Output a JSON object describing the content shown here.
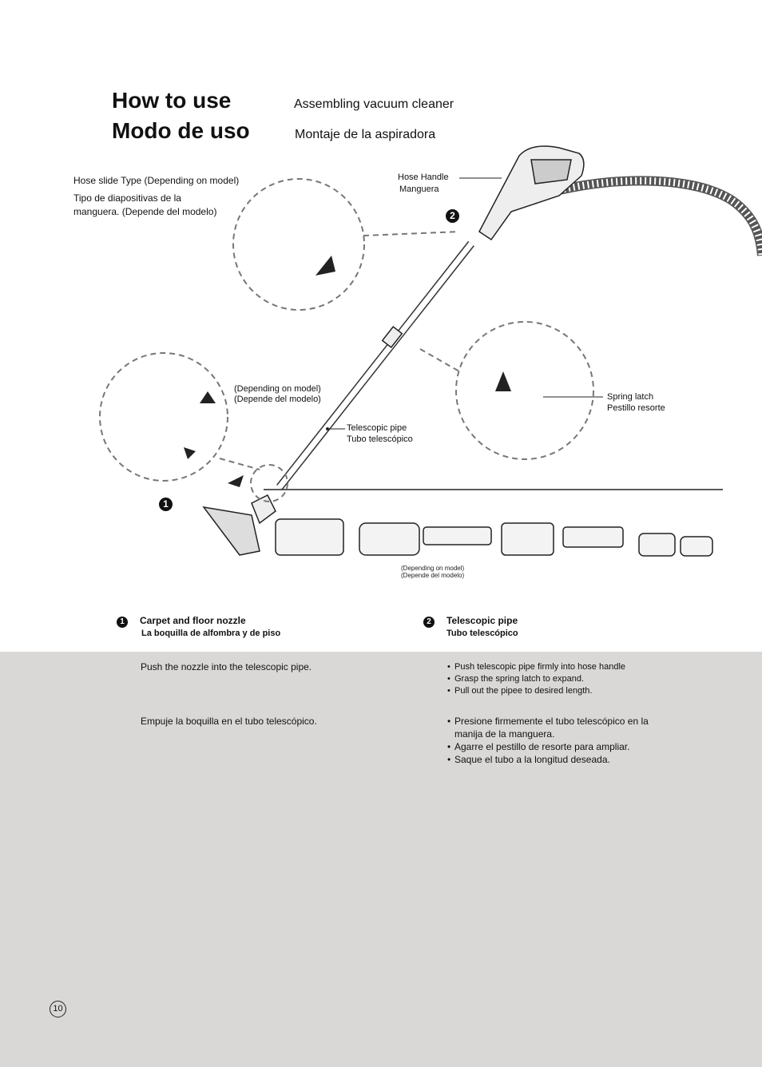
{
  "header": {
    "title_en": "How to use",
    "title_es": "Modo de uso",
    "subtitle_en": "Assembling vacuum cleaner",
    "subtitle_es": "Montaje de la aspiradora"
  },
  "illustration": {
    "hose_slide_en": "Hose slide Type (Depending on model)",
    "hose_slide_es_1": "Tipo de diapositivas de la",
    "hose_slide_es_2": "manguera. (Depende del modelo)",
    "hose_handle_en": "Hose Handle",
    "hose_handle_es": "Manguera",
    "depending_en": "(Depending on model)",
    "depending_es": "(Depende del modelo)",
    "telescopic_en": "Telescopic pipe",
    "telescopic_es": "Tubo telescópico",
    "spring_latch_en": "Spring latch",
    "spring_latch_es": "Pestillo resorte",
    "nozzles_depending_en": "(Depending on model)",
    "nozzles_depending_es": "(Depende del modelo)",
    "marker_1": "1",
    "marker_2": "2"
  },
  "section1": {
    "badge": "1",
    "title_en": "Carpet and floor nozzle",
    "title_es": "La boquilla de alfombra y de piso",
    "text_en": "Push the nozzle into the telescopic pipe.",
    "text_es": "Empuje la boquilla en el tubo telescópico."
  },
  "section2": {
    "badge": "2",
    "title_en": "Telescopic pipe",
    "title_es": "Tubo telescópico",
    "bullets_en": [
      "Push telescopic pipe firmly into hose handle",
      "Grasp the spring latch to expand.",
      "Pull out the pipee to desired length."
    ],
    "bullets_es": [
      "Presione firmemente el tubo telescópico en la manija de la manguera.",
      "Agarre el pestillo de resorte para ampliar.",
      "Saque el tubo a la longitud deseada."
    ]
  },
  "footer": {
    "page_number": "10"
  },
  "colors": {
    "panel": "#d9d8d6",
    "ink": "#111111",
    "dash": "#777777"
  }
}
